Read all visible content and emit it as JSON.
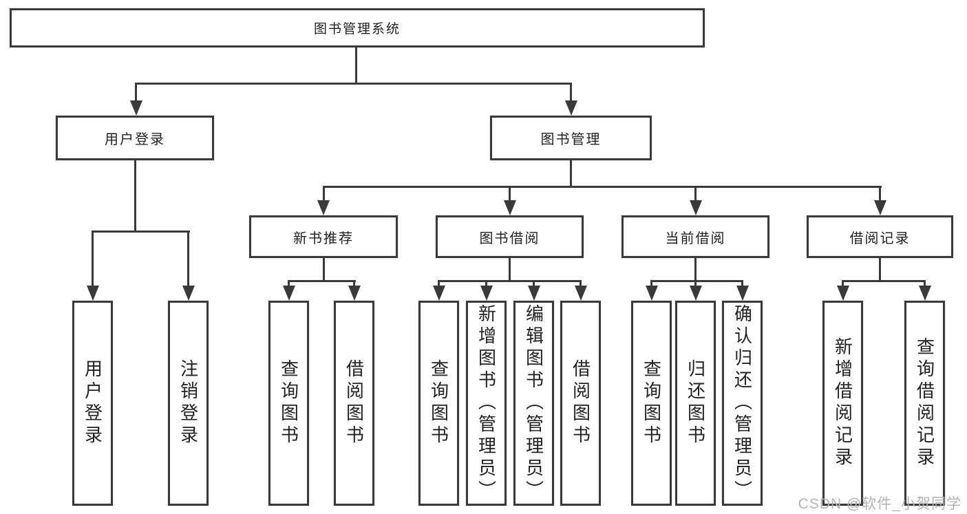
{
  "diagram": {
    "root": "图书管理系统",
    "level2": {
      "user_login": "用户登录",
      "book_management": "图书管理"
    },
    "level3": {
      "new_books": "新书推荐",
      "borrowing": "图书借阅",
      "current": "当前借阅",
      "records": "借阅记录"
    },
    "leaves": {
      "user_login": [
        "用户登录",
        "注销登录"
      ],
      "new_books": [
        "查询图书",
        "借阅图书"
      ],
      "borrowing": [
        "查询图书",
        "新增图书（管理员）",
        "编辑图书（管理员）",
        "借阅图书"
      ],
      "current": [
        "查询图书",
        "归还图书",
        "确认归还（管理员）"
      ],
      "records": [
        "新增借阅记录",
        "查询借阅记录"
      ]
    },
    "watermark": "CSDN @软件_小贺同学"
  }
}
